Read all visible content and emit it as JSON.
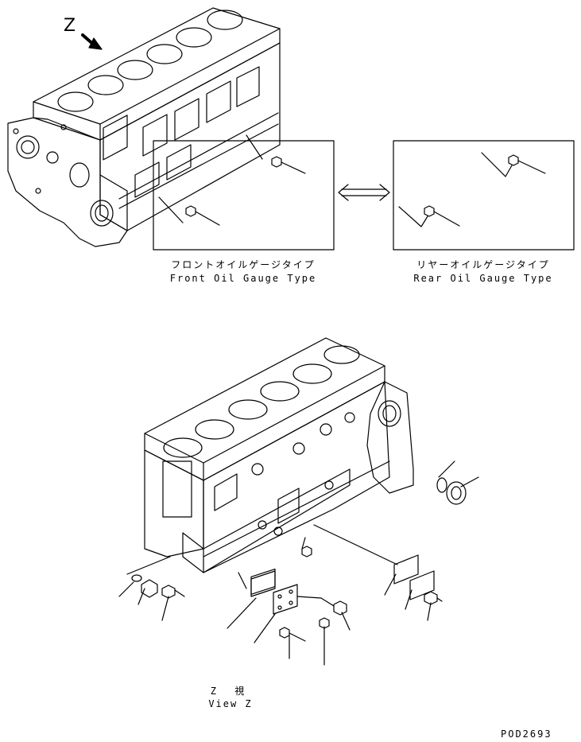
{
  "labels": {
    "view_marker": "Z",
    "front_jp": "フロントオイルゲージタイプ",
    "front_en": "Front Oil Gauge Type",
    "rear_jp": "リヤーオイルゲージタイプ",
    "rear_en": "Rear Oil Gauge Type",
    "view_jp": "Z 視",
    "view_en": "View Z",
    "drawing_code": "POD2693"
  },
  "icons": {
    "exchange": "double-arrow-icon",
    "view_arrow": "view-direction-arrow-icon"
  }
}
